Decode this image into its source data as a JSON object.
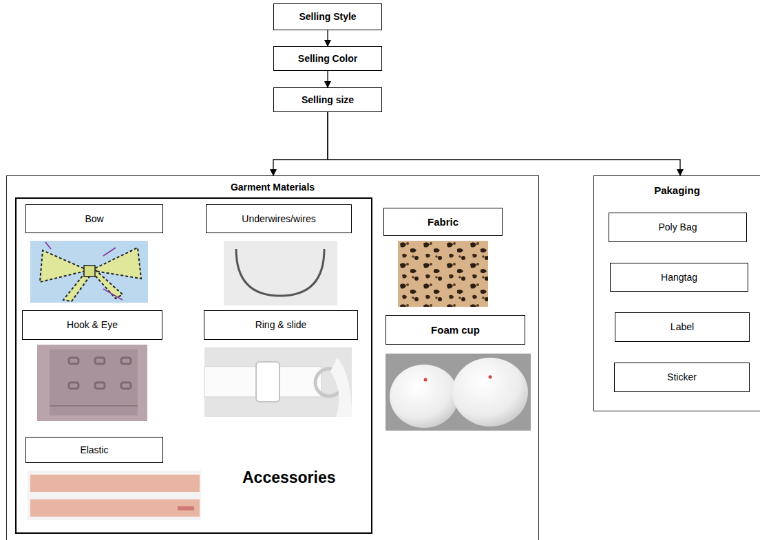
{
  "diagram": {
    "nodes": [
      {
        "text": [
          "Selling Style"
        ]
      },
      {
        "text": [
          "Selling Color"
        ]
      },
      {
        "text": [
          "Selling size"
        ]
      },
      {
        "text": [
          "Garment  Materials"
        ]
      },
      {
        "text": [
          "Accessories"
        ],
        "in": 3
      },
      {
        "text": [
          "Bow"
        ],
        "in": 4
      },
      {
        "text": [
          "Underwires/wires"
        ],
        "in": 4
      },
      {
        "text": [
          "Hook & Eye"
        ],
        "in": 4
      },
      {
        "text": [
          "Ring & slide"
        ],
        "in": 4
      },
      {
        "text": [
          "Elastic"
        ],
        "in": 4
      },
      {
        "text": [
          "Fabric"
        ],
        "in": 3
      },
      {
        "text": [
          "Foam cup"
        ],
        "in": 3
      },
      {
        "text": [
          "Pakaging"
        ]
      },
      {
        "text": [
          "Poly Bag"
        ],
        "in": 12
      },
      {
        "text": [
          "Hangtag"
        ],
        "in": 12
      },
      {
        "text": [
          "Label"
        ],
        "in": 12
      },
      {
        "text": [
          "Sticker"
        ],
        "in": 12
      }
    ],
    "edges": [
      {
        "from": 0,
        "to": 1,
        "arrow": "to"
      },
      {
        "from": 1,
        "to": 2,
        "arrow": "to"
      },
      {
        "from": 2,
        "to": 3,
        "arrow": "to"
      },
      {
        "from": 2,
        "to": 12,
        "arrow": "to"
      }
    ]
  }
}
